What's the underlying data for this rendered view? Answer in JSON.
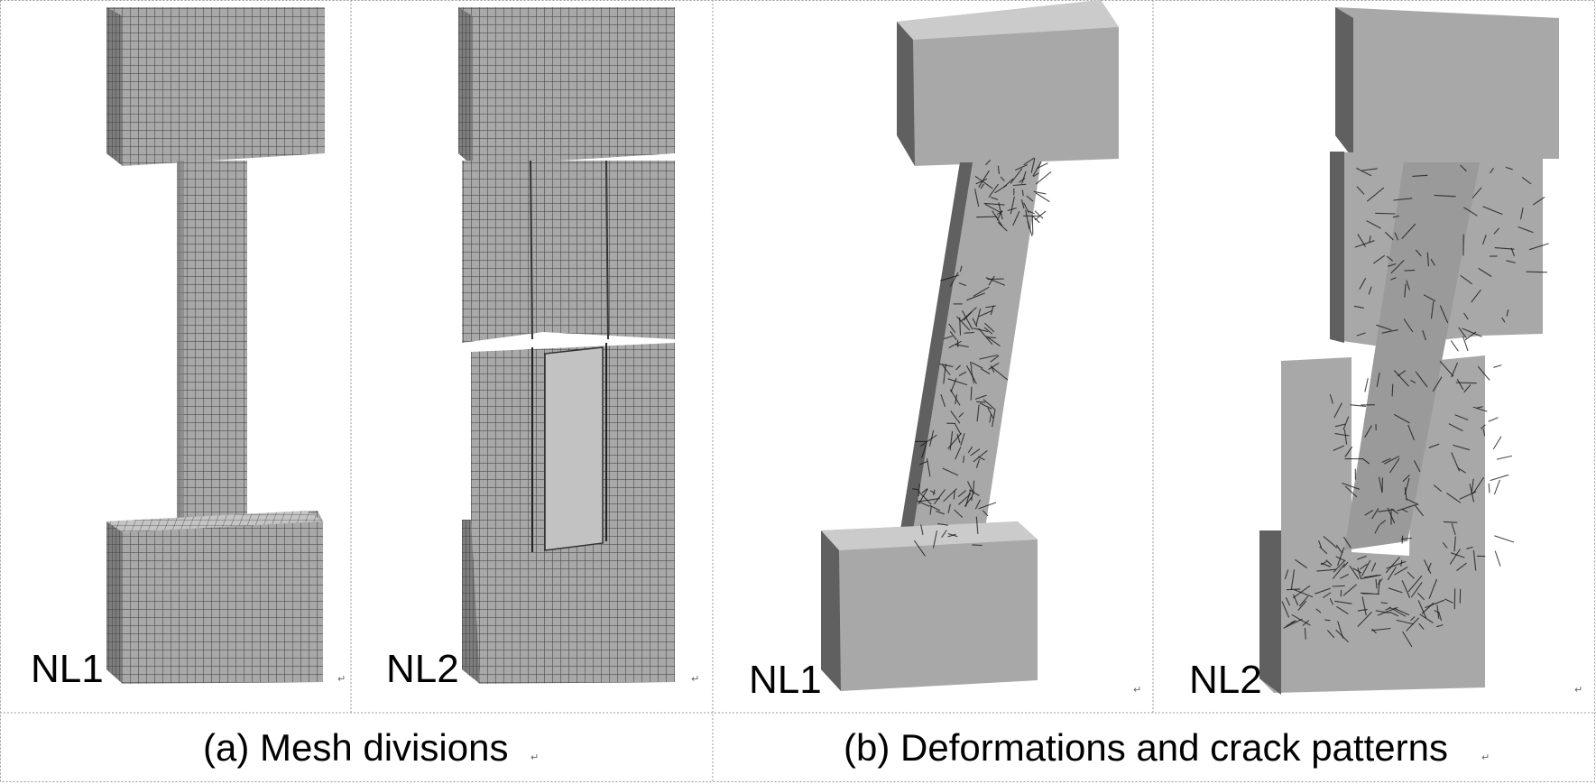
{
  "panels": [
    {
      "label": "NL1"
    },
    {
      "label": "NL2"
    },
    {
      "label": "NL1"
    },
    {
      "label": "NL2"
    }
  ],
  "captions": {
    "a": "(a) Mesh divisions",
    "b": "(b) Deformations and crack patterns"
  },
  "paragraph_mark": "↵"
}
